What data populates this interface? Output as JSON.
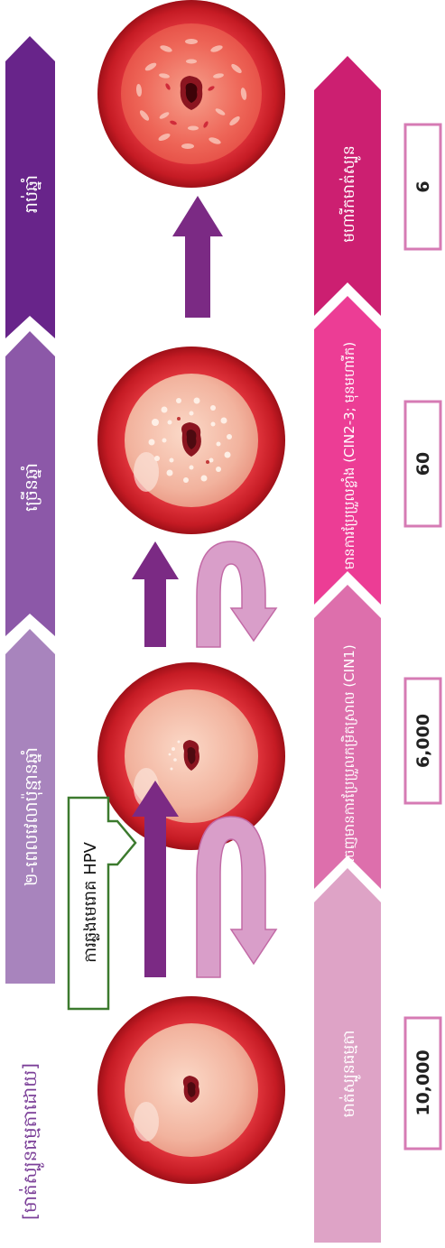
{
  "title_label": "[មាត់ស្បូនធម្មតាដោយ]",
  "time_bands": [
    {
      "label": "២-ពេលវេលាប៉ុន្មានឆ្នាំ",
      "color": "#a884bd"
    },
    {
      "label": "ច្រើនឆ្នាំ",
      "color": "#8c58a8"
    },
    {
      "label": "រាប់ឆ្នាំ",
      "color": "#68248a"
    }
  ],
  "stages": [
    {
      "label": "មាត់ស្បូនធម្មតា",
      "color": "#dea3c6",
      "count": "10,000"
    },
    {
      "label": "ចេញមានការប្រែប្រួលកម្រិតស្រាល (CIN1)",
      "color": "#dd6fac",
      "count": "6,000"
    },
    {
      "label": "មានការប្រែប្រួលខ្លាំង (CIN2-3; មុនមហារីក)",
      "color": "#ec3d95",
      "count": "60"
    },
    {
      "label": "មហារីកមាត់ស្បូន",
      "color": "#cc1f71",
      "count": "6"
    }
  ],
  "hpv_label": "ការឆ្លងមេរោគ HPV",
  "colors": {
    "arrow_purple": "#7b2a84",
    "arrow_pink": "#d99ec9",
    "box_border": "#d67bb4",
    "hpv_border": "#3c7a2e",
    "ring_red": "#c31d27",
    "cervix_skin": "#f2b7a4"
  },
  "icons": [
    "cervix-normal-image",
    "cervix-cin1-image",
    "cervix-cin23-image",
    "cervix-cancer-image"
  ]
}
